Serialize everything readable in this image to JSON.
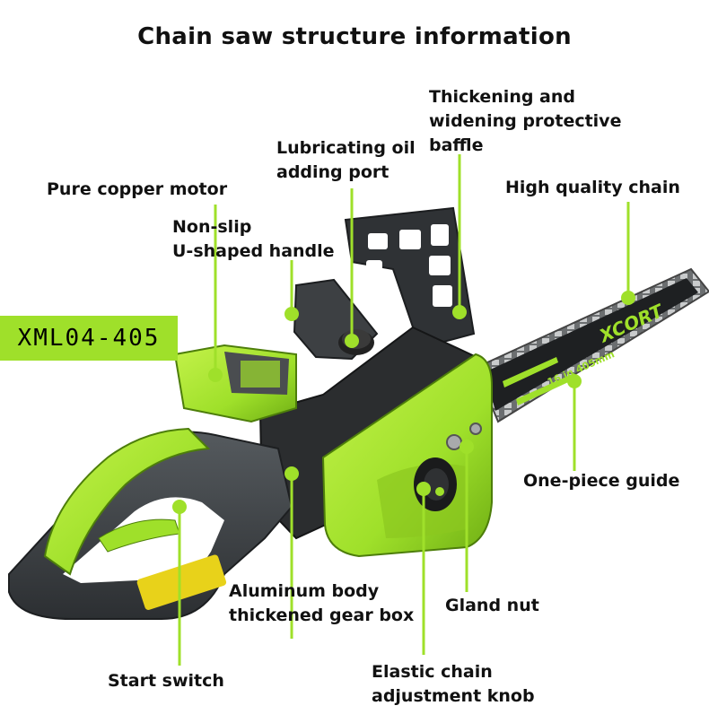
{
  "title": "Chain saw structure information",
  "model_badge": "XML04-405",
  "brand_logo": "XCORT",
  "bar_marking": "16 in 405mm",
  "colors": {
    "accent": "#9fe02a",
    "body_dark": "#3a3d40",
    "metal": "#2b2d2f",
    "text": "#111111"
  },
  "labels": {
    "motor": [
      "Pure copper motor"
    ],
    "handle": [
      "Non-slip",
      "U-shaped handle"
    ],
    "oil_port": [
      "Lubricating oil",
      "adding port"
    ],
    "baffle": [
      "Thickening and",
      "widening protective",
      "baffle"
    ],
    "chain": [
      "High quality chain"
    ],
    "guide": [
      "One-piece guide"
    ],
    "gear_box": [
      "Aluminum body",
      "thickened gear box"
    ],
    "gland_nut": [
      "Gland nut"
    ],
    "knob": [
      "Elastic chain",
      "adjustment knob"
    ],
    "start_switch": [
      "Start switch"
    ]
  }
}
